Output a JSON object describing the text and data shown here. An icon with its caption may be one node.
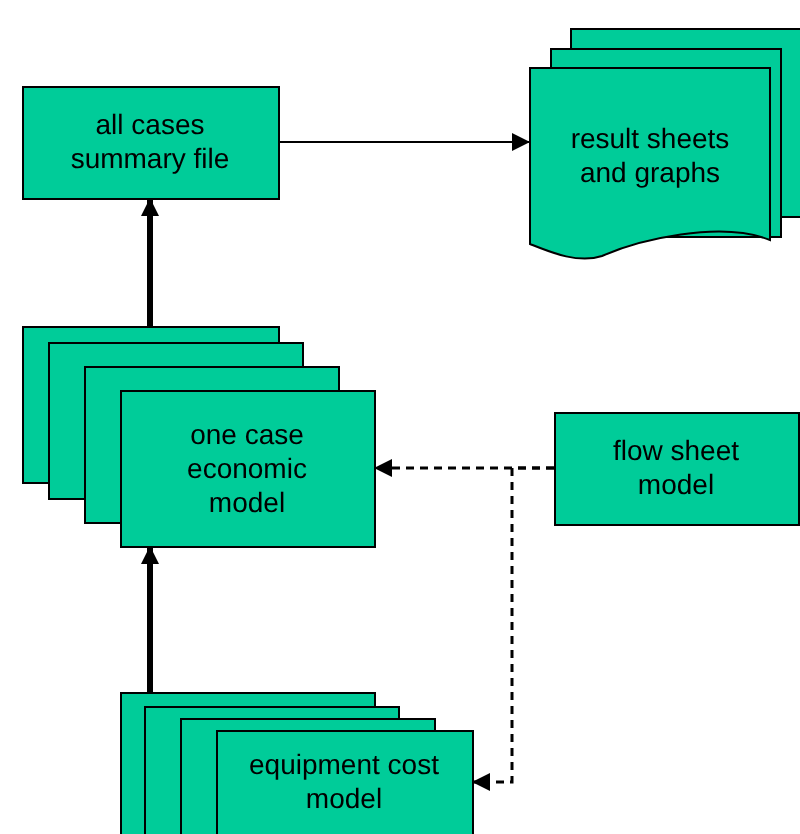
{
  "diagram": {
    "nodes": [
      {
        "text": [
          "all cases summary file"
        ]
      },
      {
        "text": [
          "result sheets and graphs"
        ]
      },
      {
        "text": [
          "one case economic model"
        ]
      },
      {
        "text": [
          "flow sheet model"
        ]
      },
      {
        "text": [
          "equipment cost model"
        ]
      }
    ],
    "edges": [
      {
        "from": 0,
        "to": 1,
        "arrow": "to"
      },
      {
        "from": 2,
        "to": 0,
        "arrow": "to",
        "style": "thick"
      },
      {
        "from": 3,
        "to": 2,
        "arrow": "to",
        "style": "dashed"
      },
      {
        "from": 4,
        "to": 2,
        "arrow": "to",
        "style": "thick"
      },
      {
        "from": 3,
        "to": 4,
        "arrow": "to",
        "style": "dashed"
      }
    ]
  }
}
